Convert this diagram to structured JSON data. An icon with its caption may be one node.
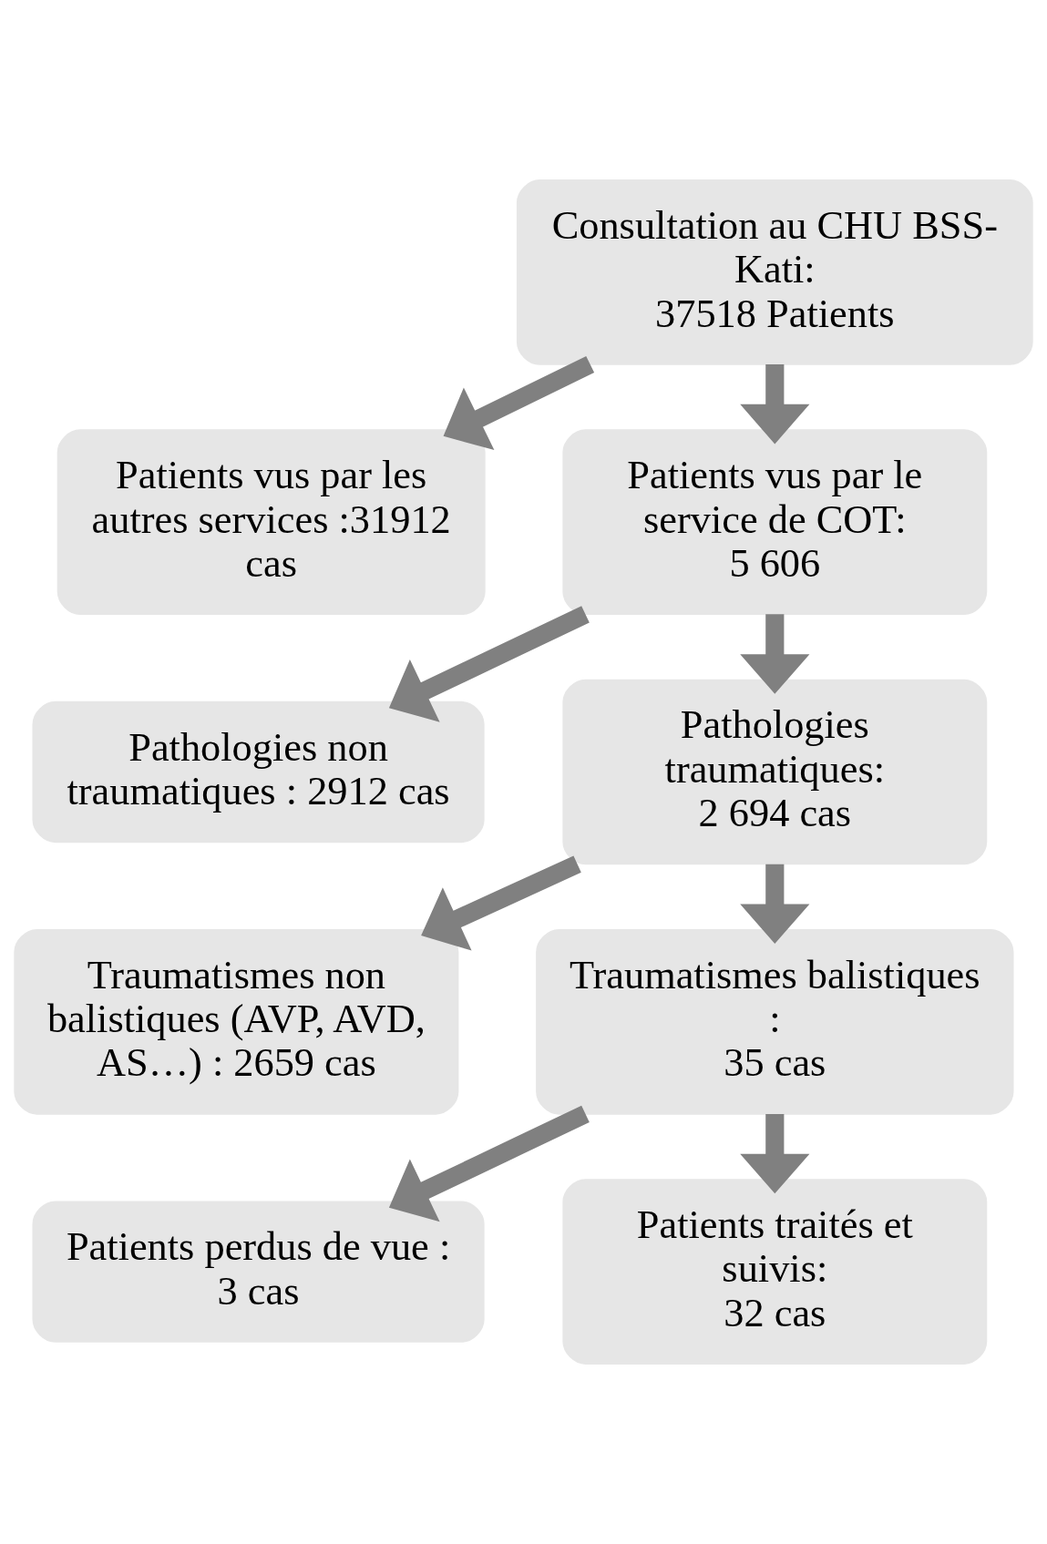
{
  "diagram": {
    "nodes": [
      {
        "text": [
          "Consultation au CHU BSS-Kati:",
          "37518 Patients"
        ]
      },
      {
        "text": [
          "Patients vus par les autres services :31912 cas"
        ]
      },
      {
        "text": [
          "Patients vus par le service de COT:",
          "5 606"
        ]
      },
      {
        "text": [
          "Pathologies non traumatiques : 2912 cas"
        ]
      },
      {
        "text": [
          "Pathologies traumatiques:",
          "2 694 cas"
        ]
      },
      {
        "text": [
          "Traumatismes non balistiques (AVP, AVD, AS…) : 2659 cas"
        ]
      },
      {
        "text": [
          "Traumatismes balistiques :",
          "35 cas"
        ]
      },
      {
        "text": [
          "Patients perdus de vue : 3 cas"
        ]
      },
      {
        "text": [
          "Patients traités et suivis:",
          "32 cas"
        ]
      }
    ],
    "edges": [
      {
        "from": 0,
        "to": 2,
        "arrow": "to"
      },
      {
        "from": 0,
        "to": 1,
        "arrow": "to"
      },
      {
        "from": 2,
        "to": 4,
        "arrow": "to"
      },
      {
        "from": 2,
        "to": 3,
        "arrow": "to"
      },
      {
        "from": 4,
        "to": 6,
        "arrow": "to"
      },
      {
        "from": 4,
        "to": 5,
        "arrow": "to"
      },
      {
        "from": 6,
        "to": 8,
        "arrow": "to"
      },
      {
        "from": 6,
        "to": 7,
        "arrow": "to"
      }
    ]
  }
}
